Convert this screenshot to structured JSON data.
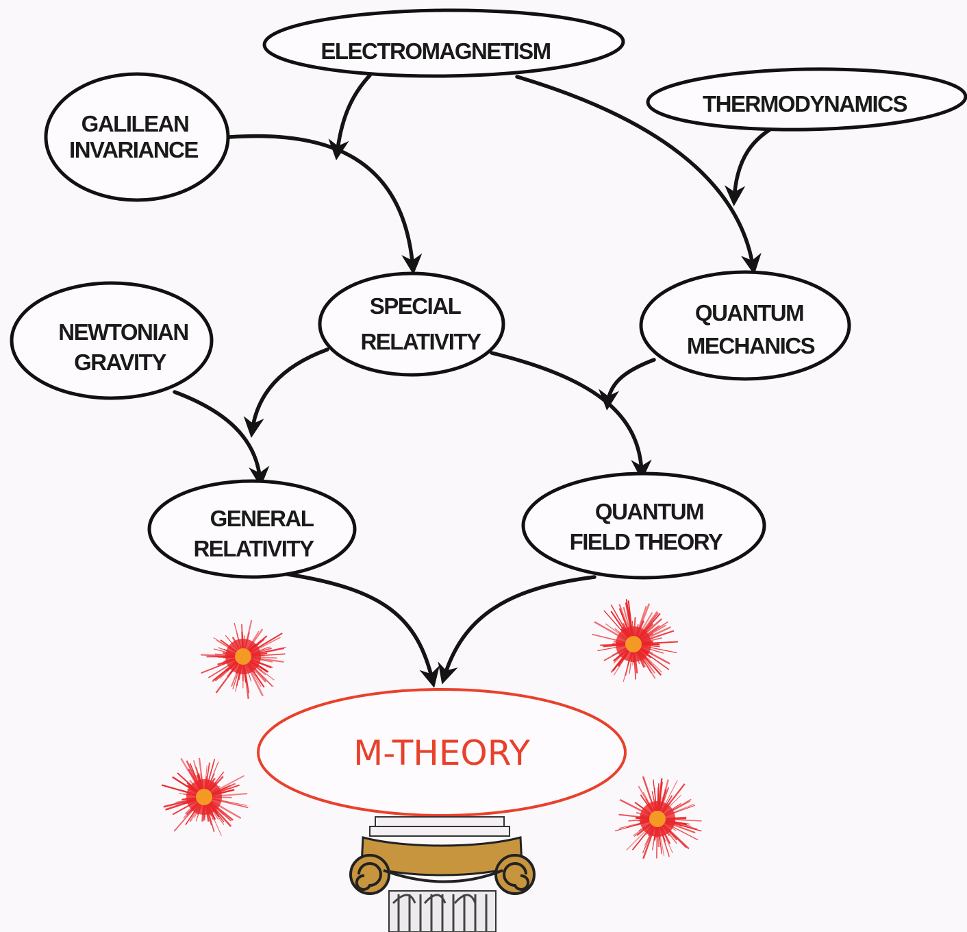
{
  "nodes": {
    "electromagnetism": [
      "ELECTROMAGNETISM"
    ],
    "thermodynamics": [
      "THERMODYNAMICS"
    ],
    "galilean_invariance": [
      "GALILEAN",
      "INVARIANCE"
    ],
    "special_relativity": [
      "SPECIAL",
      "RELATIVITY"
    ],
    "quantum_mechanics": [
      "QUANTUM",
      "MECHANICS"
    ],
    "newtonian_gravity": [
      "NEWTONIAN",
      "GRAVITY"
    ],
    "general_relativity": [
      "GENERAL",
      "RELATIVITY"
    ],
    "quantum_field_theory": [
      "QUANTUM",
      "FIELD THEORY"
    ],
    "m_theory": [
      "M-THEORY"
    ]
  },
  "edges": [
    {
      "from": "electromagnetism",
      "to": "special_relativity"
    },
    {
      "from": "galilean_invariance",
      "to": "special_relativity"
    },
    {
      "from": "electromagnetism",
      "to": "quantum_mechanics"
    },
    {
      "from": "thermodynamics",
      "to": "quantum_mechanics"
    },
    {
      "from": "special_relativity",
      "to": "general_relativity"
    },
    {
      "from": "newtonian_gravity",
      "to": "general_relativity"
    },
    {
      "from": "special_relativity",
      "to": "quantum_field_theory"
    },
    {
      "from": "quantum_mechanics",
      "to": "quantum_field_theory"
    },
    {
      "from": "general_relativity",
      "to": "m_theory"
    },
    {
      "from": "quantum_field_theory",
      "to": "m_theory"
    }
  ],
  "colors": {
    "line": "#141414",
    "m_theory": "#e8412b",
    "burst_outer": "#e8262a",
    "burst_inner": "#f5a623",
    "column_capital": "#c8953f"
  },
  "icons": [
    "starburst-icon",
    "ionic-column-icon"
  ]
}
